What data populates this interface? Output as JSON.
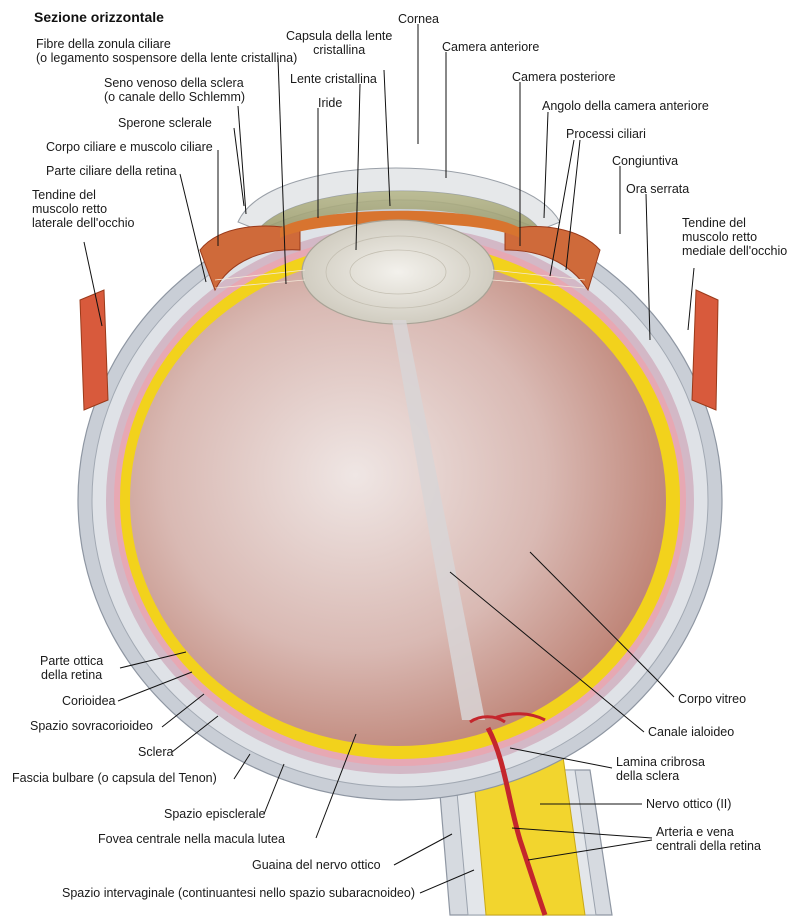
{
  "title": "Sezione orizzontale",
  "labels": {
    "fibre_zonula": "Fibre della zonula ciliare\n(o legamento sospensore della lente cristallina)",
    "seno_venoso": "Seno venoso della sclera\n(o canale dello Schlemm)",
    "sperone": "Sperone sclerale",
    "corpo_ciliare": "Corpo ciliare e muscolo ciliare",
    "parte_ciliare": "Parte ciliare della retina",
    "tendine_laterale": "Tendine del\nmuscolo retto\nlaterale dell'occhio",
    "cornea": "Cornea",
    "capsula": "Capsula della lente\ncristallina",
    "camera_anteriore": "Camera anteriore",
    "lente": "Lente cristallina",
    "iride": "Iride",
    "camera_posteriore": "Camera posteriore",
    "angolo": "Angolo della camera anteriore",
    "processi": "Processi ciliari",
    "congiuntiva": "Congiuntiva",
    "ora_serrata": "Ora serrata",
    "tendine_mediale": "Tendine del\nmuscolo retto\nmediale dell'occhio",
    "parte_ottica": "Parte ottica\ndella retina",
    "corioidea": "Corioidea",
    "spazio_sovra": "Spazio sovracorioideo",
    "sclera": "Sclera",
    "fascia": "Fascia bulbare (o capsula del Tenon)",
    "spazio_episclerale": "Spazio episclerale",
    "fovea": "Fovea centrale nella macula lutea",
    "guaina": "Guaina del nervo ottico",
    "spazio_intervaginale": "Spazio intervaginale (continuantesi nello spazio subaracnoideo)",
    "corpo_vitreo": "Corpo vitreo",
    "canale_ialoideo": "Canale ialoideo",
    "lamina": "Lamina cribrosa\ndella sclera",
    "nervo_ottico": "Nervo ottico (II)",
    "arteria_vena": "Arteria e vena\ncentrali della retina"
  },
  "colors": {
    "sclera": "#d9dde3",
    "vitreous": "#c9a29a",
    "retina_optic": "#f2d21c",
    "choroid": "#e6a3ad",
    "ciliary": "#d2622f",
    "cornea": "#c9c89a",
    "lens": "#e6e3da",
    "nerve": "#f0d230",
    "vessel": "#c4262c",
    "leader": "#111111"
  }
}
